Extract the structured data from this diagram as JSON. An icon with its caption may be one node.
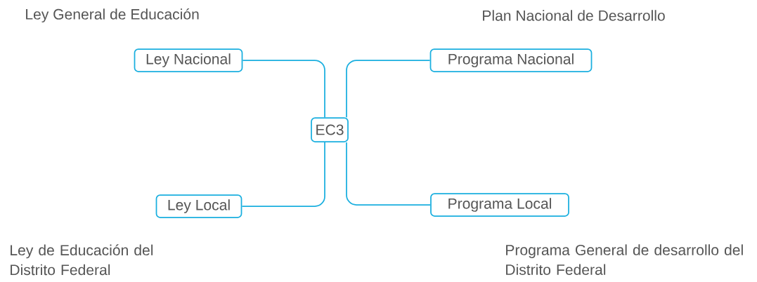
{
  "diagram": {
    "nodes": [
      {
        "text": [
          "Ley Nacional"
        ],
        "beside": [
          "Ley General de Educación"
        ]
      },
      {
        "text": [
          "Programa Nacional"
        ],
        "beside": [
          "Plan Nacional de Desarrollo"
        ]
      },
      {
        "text": [
          "EC3"
        ]
      },
      {
        "text": [
          "Ley Local"
        ],
        "beside": [
          "Ley de Educación del Distrito Federal"
        ]
      },
      {
        "text": [
          "Programa Local"
        ],
        "beside": [
          "Programa General de desarrollo del Distrito Federal"
        ]
      }
    ],
    "edges": [
      {
        "from": 2,
        "to": 0,
        "arrow": "none"
      },
      {
        "from": 2,
        "to": 1,
        "arrow": "none"
      },
      {
        "from": 2,
        "to": 3,
        "arrow": "none"
      },
      {
        "from": 2,
        "to": 4,
        "arrow": "none"
      }
    ]
  }
}
